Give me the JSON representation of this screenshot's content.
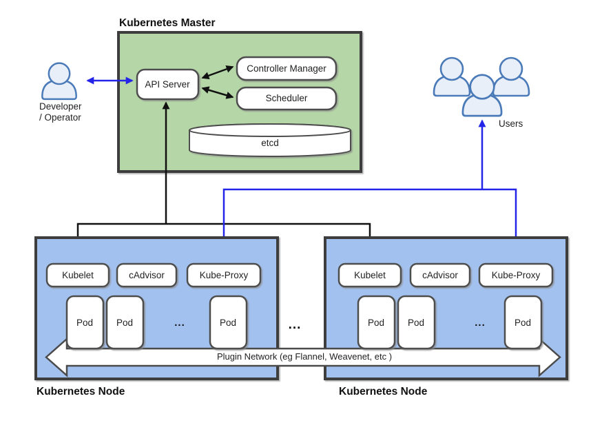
{
  "titles": {
    "master": "Kubernetes Master",
    "node_left": "Kubernetes Node",
    "node_right": "Kubernetes Node"
  },
  "master": {
    "api_server": "API Server",
    "controller_manager": "Controller Manager",
    "scheduler": "Scheduler",
    "etcd": "etcd"
  },
  "actors": {
    "developer_line1": "Developer",
    "developer_line2": "/ Operator",
    "users": "Users"
  },
  "node_components": {
    "kubelet": "Kubelet",
    "cadvisor": "cAdvisor",
    "kube_proxy": "Kube-Proxy",
    "pod": "Pod",
    "ellipsis": "..."
  },
  "between_nodes": {
    "ellipsis": "..."
  },
  "network": {
    "label": "Plugin Network (eg Flannel, Weavenet, etc )"
  },
  "colors": {
    "master_fill": "#b5d6a7",
    "node_fill": "#a2c1ee",
    "arrow_blue": "#2424e8",
    "arrow_black": "#111111",
    "outer_border": "#3d3d3d",
    "box_border": "#4d4d4d",
    "person_fill": "#e9eff9",
    "person_stroke": "#4a7ab8",
    "shape_fill": "#ffffff"
  }
}
